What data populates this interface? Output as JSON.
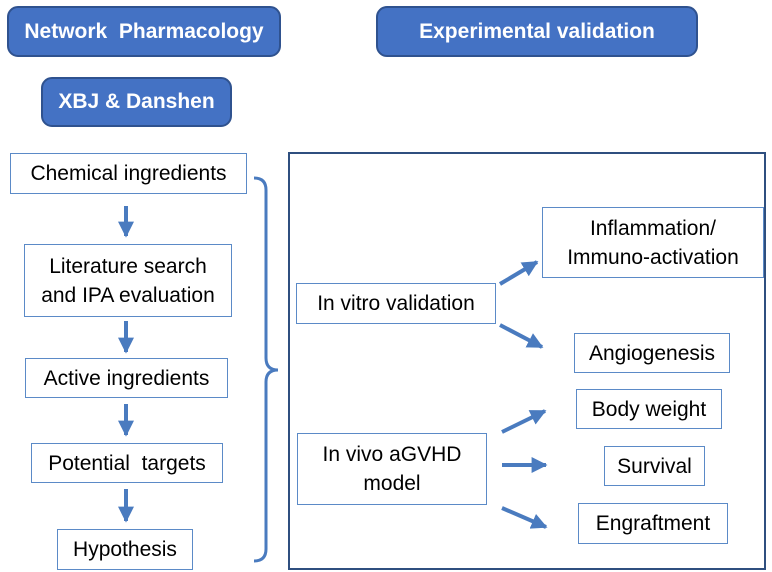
{
  "header": {
    "network_pharmacology": "Network  Pharmacology",
    "experimental_validation": "Experimental validation",
    "xbj_danshen": "XBJ & Danshen"
  },
  "flow": {
    "chemical_ingredients": "Chemical ingredients",
    "literature_search": "Literature search\nand IPA evaluation",
    "active_ingredients": "Active ingredients",
    "potential_targets": "Potential  targets",
    "hypothesis": "Hypothesis"
  },
  "validation": {
    "in_vitro": "In vitro validation",
    "in_vivo": "In vivo aGVHD\nmodel",
    "inflammation": "Inflammation/\nImmuno-activation",
    "angiogenesis": "Angiogenesis",
    "body_weight": "Body weight",
    "survival": "Survival",
    "engraftment": "Engraftment"
  },
  "colors": {
    "pill_fill": "#4472c4",
    "pill_border": "#2f528f",
    "arrow": "#4a7bbf",
    "box_border": "#5b8ac7",
    "frame_border": "#2f4f7f"
  }
}
